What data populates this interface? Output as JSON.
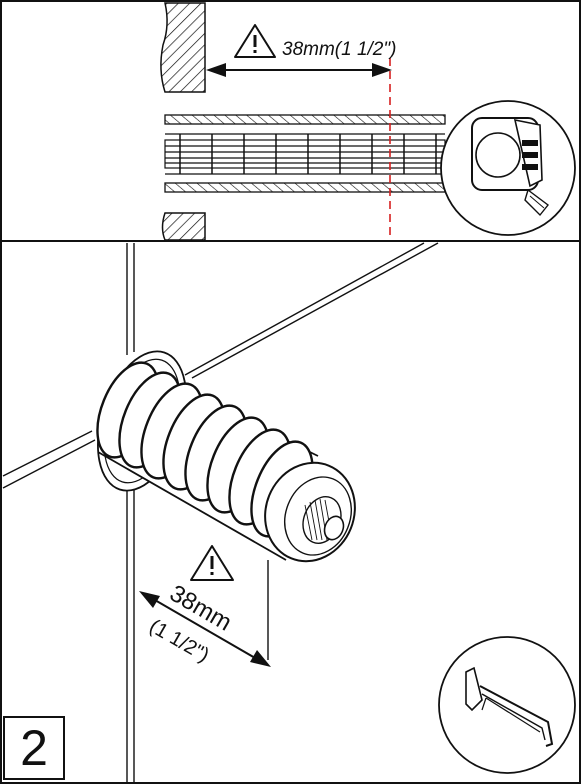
{
  "step": {
    "number": "2"
  },
  "top_panel": {
    "measurement_label": "38mm(1 1/2\")",
    "warning_icon": "warning-triangle-icon",
    "tool_icon": "tape-measure-icon"
  },
  "bottom_panel": {
    "measurement_value": "38mm",
    "measurement_imperial": "(1 1/2\")",
    "warning_icon": "warning-triangle-icon",
    "tool_icon": "hacksaw-icon"
  },
  "colors": {
    "line": "#111111",
    "cut_line": "#d62020",
    "background": "#ffffff"
  }
}
